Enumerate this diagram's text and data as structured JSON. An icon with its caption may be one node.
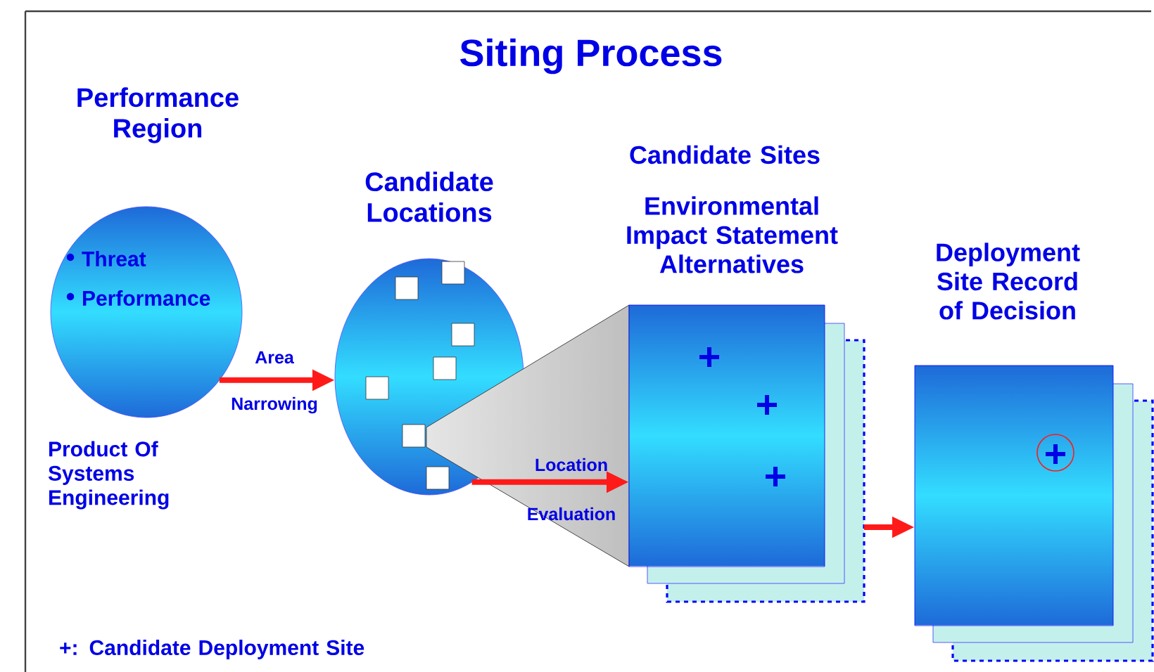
{
  "diagram": {
    "title": "Siting Process",
    "nodes": [
      {
        "text": [
          "Performance Region",
          "Threat",
          "Performance"
        ]
      },
      {
        "text": [
          "Candidate Locations"
        ]
      },
      {
        "text": [
          "Candidate Sites",
          "Environmental Impact Statement Alternatives"
        ]
      },
      {
        "text": [
          "Deployment Site Record of Decision"
        ]
      }
    ],
    "edges": [
      {
        "from": 0,
        "to": 1,
        "arrow": "to",
        "label": "Area Narrowing"
      },
      {
        "from": 1,
        "to": 2,
        "arrow": "to",
        "label": "Location Evaluation"
      },
      {
        "from": 2,
        "to": 3,
        "arrow": "to"
      }
    ],
    "labels": [
      "Product Of Systems Engineering",
      "+:  Candidate Deployment Site"
    ]
  }
}
